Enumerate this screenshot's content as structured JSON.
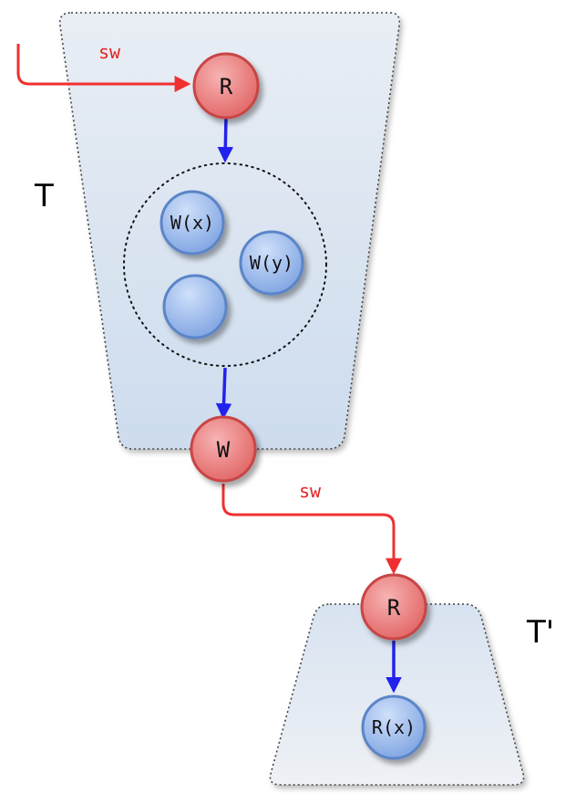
{
  "diagram": {
    "transaction_top_label": "T",
    "transaction_bottom_label": "T'",
    "sw_label_top": "sw",
    "sw_label_middle": "sw",
    "nodes": {
      "read_top": "R",
      "write_x": "W(x)",
      "write_y": "W(y)",
      "unlabeled": "",
      "write_out": "W",
      "read_bottom": "R",
      "read_x": "R(x)"
    },
    "colors": {
      "sw_edge": "#ef3030",
      "po_edge": "#2222ee",
      "red_node_fill": "#e86f6f",
      "red_node_stroke": "#c84444",
      "blue_node_fill": "#8fb0e8",
      "blue_node_stroke": "#5b85c8",
      "container_fill": "#dbe6f2",
      "container_stroke": "#444444"
    }
  }
}
